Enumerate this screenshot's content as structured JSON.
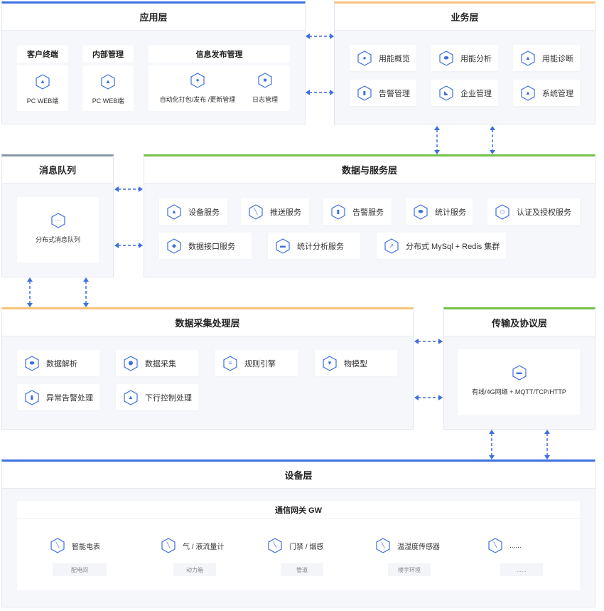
{
  "colors": {
    "accent": "#3d6fe0",
    "blue_bar": "#3d6fe0",
    "orange_bar": "#f5c27a",
    "green_bar": "#74c146",
    "gray_bar": "#8a97a8"
  },
  "app_layer": {
    "title": "应用层",
    "groups": [
      {
        "title": "客户终端",
        "item": "PC WEB端",
        "icon": "triangle-icon"
      },
      {
        "title": "内部管理",
        "item": "PC WEB端",
        "icon": "triangle-icon"
      },
      {
        "title": "信息发布管理",
        "items": [
          "自动化打包/发布 /更新管理",
          "日志管理"
        ],
        "icons": [
          "dot-icon",
          "square-icon"
        ]
      }
    ]
  },
  "business_layer": {
    "title": "业务层",
    "items": [
      "用能概览",
      "用能分析",
      "用能诊断",
      "告警管理",
      "企业管理",
      "系统管理"
    ],
    "icons": [
      "dot-icon",
      "disk-icon",
      "triangle-icon",
      "cylinder-icon",
      "doc-icon",
      "triangle-icon"
    ]
  },
  "mq_layer": {
    "title": "消息队列",
    "item": "分布式消息队列",
    "icon": "dots-icon"
  },
  "data_service_layer": {
    "title": "数据与服务层",
    "row1": [
      "设备服务",
      "推送服务",
      "告警服务",
      "统计服务",
      "认证及授权服务"
    ],
    "row2": [
      "数据接口服务",
      "统计分析服务",
      "分布式 MySql + Redis 集群"
    ]
  },
  "collect_layer": {
    "title": "数据采集处理层",
    "row1": [
      "数据解析",
      "数据采集",
      "规则引擎",
      "物模型"
    ],
    "row2": [
      "异常告警处理",
      "下行控制处理"
    ]
  },
  "transport_layer": {
    "title": "传输及协议层",
    "item": "有线/4G网络 + MQTT/TCP/HTTP"
  },
  "device_layer": {
    "title": "设备层",
    "gateway": "通信网关 GW",
    "devices": [
      "智能电表",
      "气 / 液流量计",
      "门禁 / 烟感",
      "温湿度传感器",
      "......"
    ],
    "tags": [
      "配电间",
      "动力箱",
      "管道",
      "楼宇环境",
      "......"
    ]
  }
}
